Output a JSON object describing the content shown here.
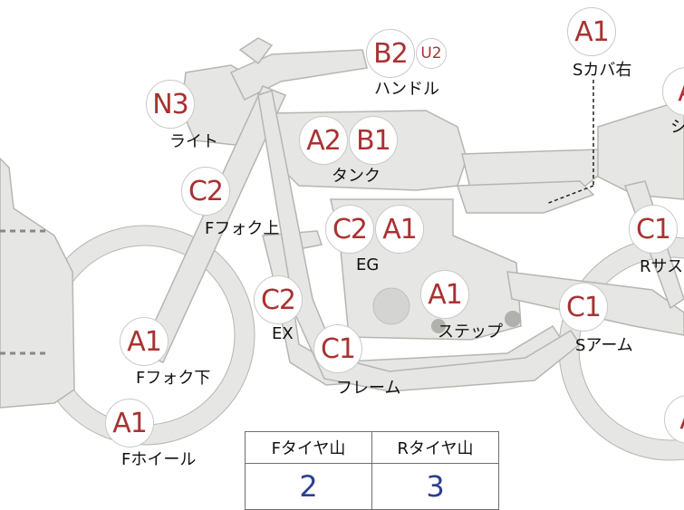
{
  "badges": {
    "b2": "B2",
    "u2": "U2",
    "n3": "N3",
    "a1_scover": "A1",
    "a_seat": "A",
    "a2_tank": "A2",
    "b1_tank": "B1",
    "c2_fork_upper": "C2",
    "c2_eg": "C2",
    "a1_eg": "A1",
    "c1_rsus": "C1",
    "c2_ex": "C2",
    "a1_step": "A1",
    "c1_sarm": "C1",
    "a1_fork_lower": "A1",
    "c1_frame": "C1",
    "a1_fwheel": "A1",
    "a_rwheel": "A"
  },
  "labels": {
    "handle": "ハンドル",
    "light": "ライト",
    "scover_right": "Sカバ右",
    "seat_partial": "シ",
    "tank": "タンク",
    "fork_upper": "Fフォク上",
    "eg": "EG",
    "rsus_partial": "Rサス",
    "ex": "EX",
    "step": "ステップ",
    "sarm": "Sアーム",
    "fork_lower": "Fフォク下",
    "frame": "フレーム",
    "fwheel": "Fホイール"
  },
  "tire_table": {
    "headers": [
      "Fタイヤ山",
      "Rタイヤ山"
    ],
    "values": [
      "2",
      "3"
    ]
  },
  "colors": {
    "part_fill": "#e6e6e4",
    "part_stroke": "#b5b5b2",
    "badge_text": "#a83232",
    "table_value": "#2c3f8f"
  }
}
